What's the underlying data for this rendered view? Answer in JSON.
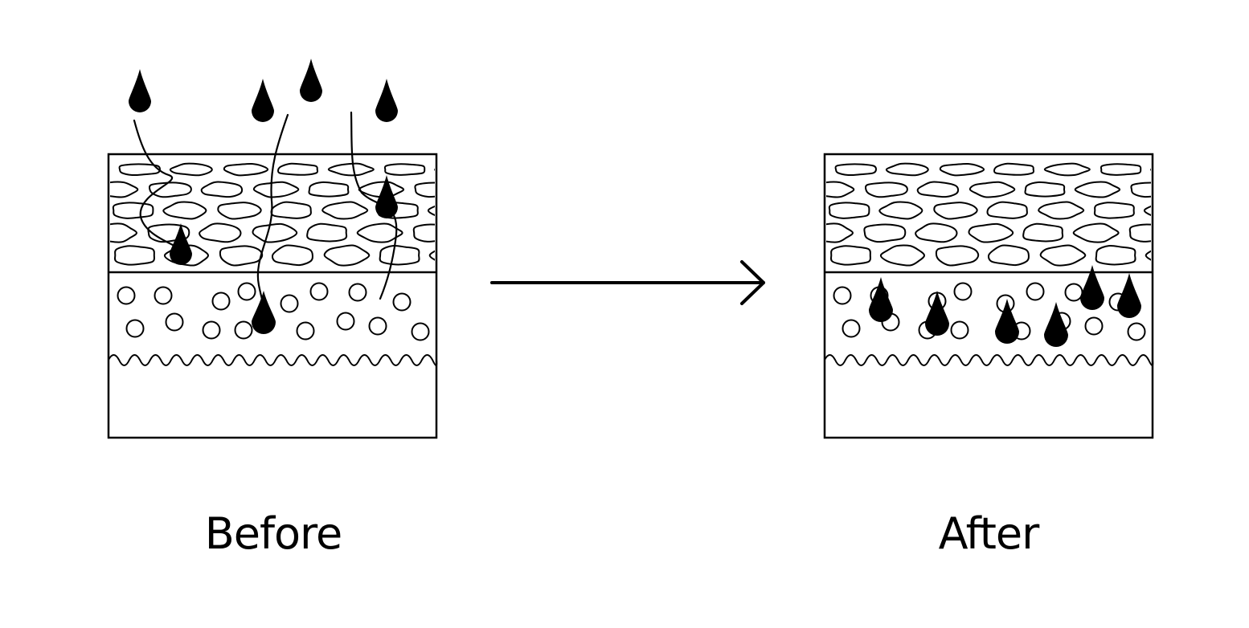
{
  "labels": {
    "before": "Before",
    "after": "After"
  },
  "colors": {
    "ink": "#000000",
    "background": "#ffffff"
  },
  "panels": [
    {
      "id": "before",
      "description_layers": [
        "cell-layer",
        "bubble-layer",
        "wavy-boundary",
        "base-layer"
      ]
    },
    {
      "id": "after",
      "description_layers": [
        "cell-layer",
        "bubble-layer",
        "wavy-boundary",
        "base-layer"
      ]
    }
  ],
  "transition": {
    "icon": "arrow-right-icon"
  }
}
